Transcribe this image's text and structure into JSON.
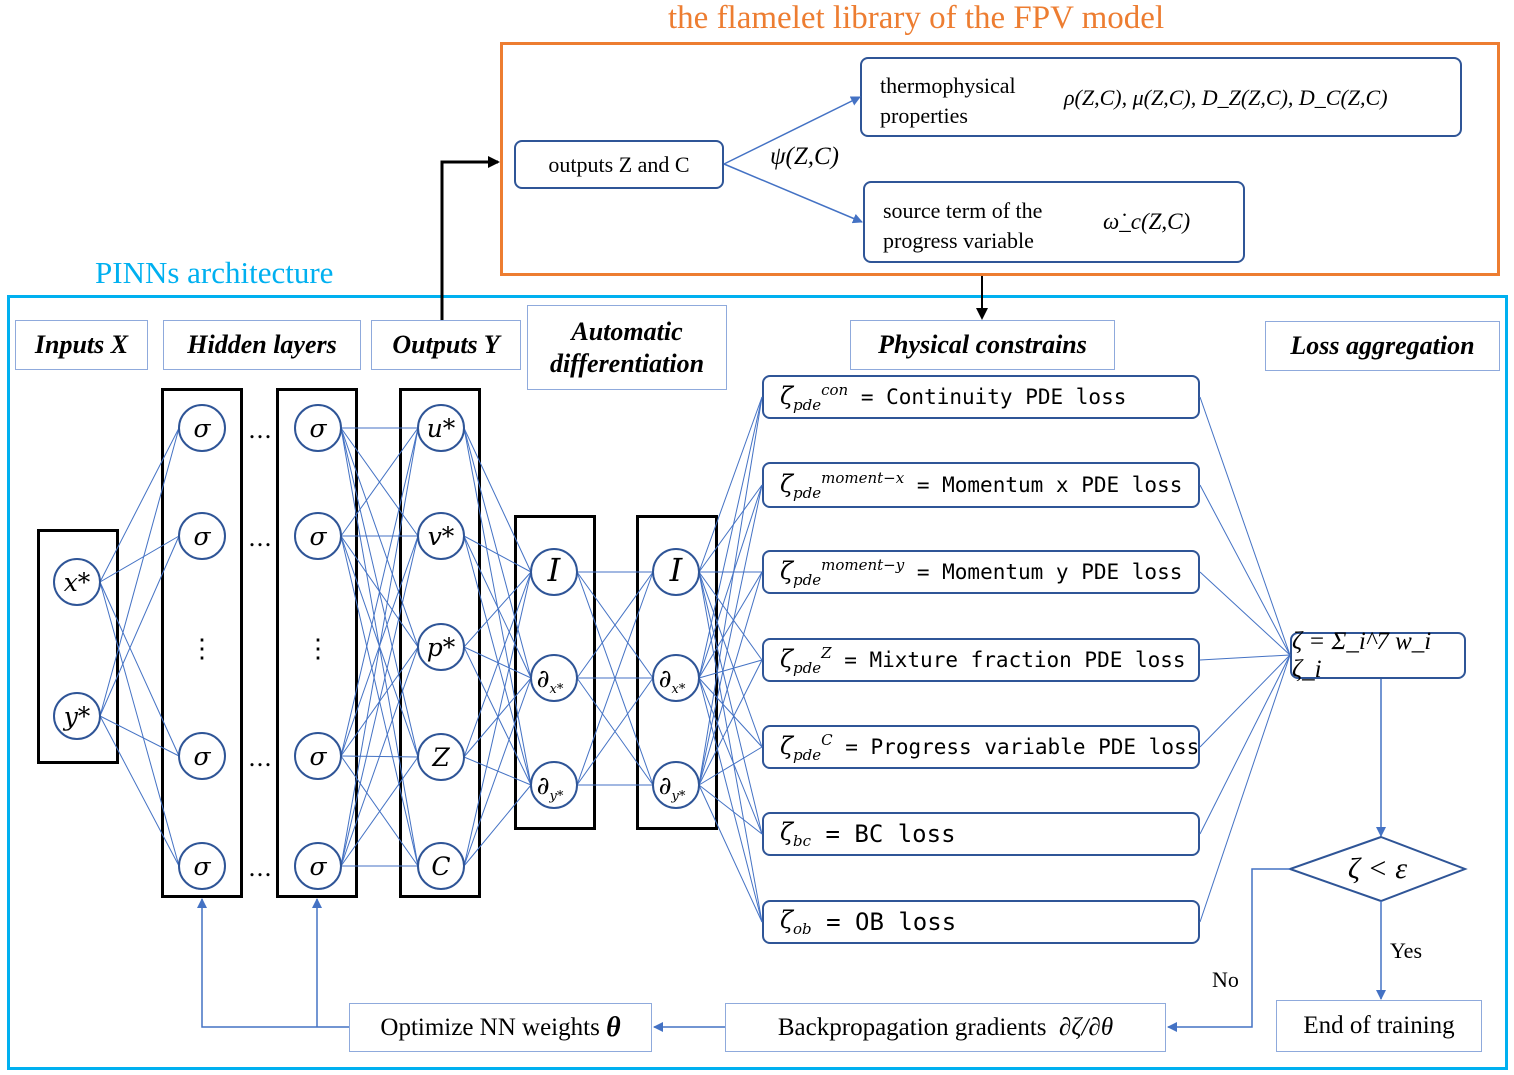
{
  "fpv": {
    "title": "the flamelet library of the FPV model",
    "outputs_box": "outputs Z and C",
    "psi": "ψ(Z,C)",
    "thermo_label_line1": "thermophysical",
    "thermo_label_line2": "properties",
    "thermo_formula": "ρ(Z,C), μ(Z,C), D_Z(Z,C), D_C(Z,C)",
    "source_label_line1": "source term of the",
    "source_label_line2": "progress variable",
    "source_formula": "ω̇_c(Z,C)"
  },
  "pinn": {
    "title": "PINNs architecture",
    "headers": {
      "inputs": "Inputs X",
      "hidden": "Hidden layers",
      "outputs": "Outputs Y",
      "autodiff_line1": "Automatic",
      "autodiff_line2": "differentiation",
      "physics": "Physical constrains",
      "loss": "Loss aggregation"
    },
    "input_nodes": [
      "x*",
      "y*"
    ],
    "hidden_symbol": "σ",
    "hidden_ellipsis_h": "…",
    "hidden_ellipsis_v": "⋮",
    "output_nodes": [
      "u*",
      "v*",
      "p*",
      "Z",
      "C"
    ],
    "diff_nodes": [
      "I",
      "∂x*",
      "∂y*"
    ],
    "losses": [
      {
        "sub": "pde",
        "sup": "con",
        "text": "= Continuity PDE loss"
      },
      {
        "sub": "pde",
        "sup": "moment−x",
        "text": "= Momentum x PDE loss"
      },
      {
        "sub": "pde",
        "sup": "moment−y",
        "text": "= Momentum y PDE loss"
      },
      {
        "sub": "pde",
        "sup": "Z",
        "text": "= Mixture fraction PDE loss"
      },
      {
        "sub": "pde",
        "sup": "C",
        "text": "= Progress variable PDE loss"
      },
      {
        "sub": "bc",
        "sup": "",
        "text": "= BC loss"
      },
      {
        "sub": "ob",
        "sup": "",
        "text": "= OB loss"
      }
    ],
    "aggregate": "ζ = Σ_i^7 w_i ζ_i",
    "condition": "ζ < ε",
    "yes": "Yes",
    "no": "No",
    "end": "End of training",
    "backprop_label": "Backpropagation gradients",
    "backprop_formula": "∂ζ/∂θ",
    "optimize_label": "Optimize NN weights",
    "optimize_symbol": "θ"
  },
  "colors": {
    "orange": "#ED7D31",
    "cyan": "#00B0F0",
    "wire": "#4472C4",
    "node_border": "#2F5597",
    "header_border": "#8FAADC"
  }
}
